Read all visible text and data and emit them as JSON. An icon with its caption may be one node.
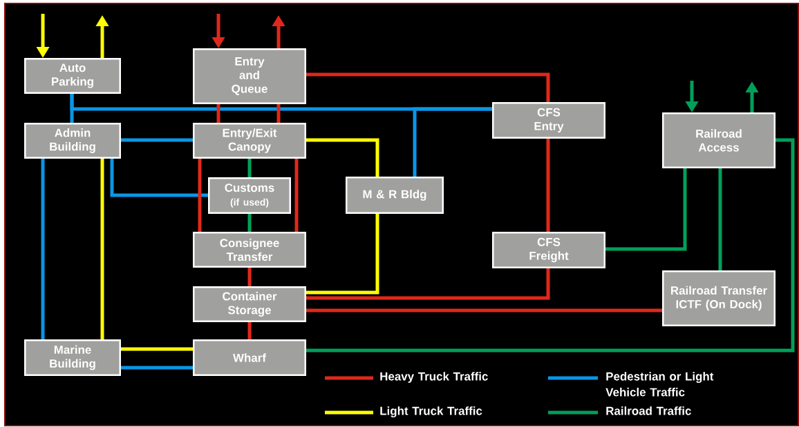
{
  "diagram": {
    "nodes": [
      {
        "text": [
          "Auto Parking"
        ]
      },
      {
        "text": [
          "Entry and Queue"
        ]
      },
      {
        "text": [
          "Admin Building"
        ]
      },
      {
        "text": [
          "Entry/Exit Canopy"
        ]
      },
      {
        "text": [
          "CFS Entry"
        ]
      },
      {
        "text": [
          "Railroad Access"
        ]
      },
      {
        "text": [
          "Customs",
          "(if used)"
        ]
      },
      {
        "text": [
          "M & R Bldg"
        ]
      },
      {
        "text": [
          "Consignee Transfer"
        ]
      },
      {
        "text": [
          "CFS Freight"
        ]
      },
      {
        "text": [
          "Railroad Transfer ICTF (On Dock)"
        ]
      },
      {
        "text": [
          "Container Storage"
        ]
      },
      {
        "text": [
          "Marine Building"
        ]
      },
      {
        "text": [
          "Wharf"
        ]
      }
    ],
    "edges": [
      {
        "from": null,
        "to": 0,
        "arrow": "to",
        "color": "#ffff00"
      },
      {
        "from": 0,
        "to": null,
        "arrow": "to",
        "color": "#ffff00"
      },
      {
        "from": null,
        "to": 1,
        "arrow": "to",
        "color": "#e0281a"
      },
      {
        "from": 1,
        "to": null,
        "arrow": "to",
        "color": "#e0281a"
      },
      {
        "from": null,
        "to": 5,
        "arrow": "to",
        "color": "#00a05a"
      },
      {
        "from": 5,
        "to": null,
        "arrow": "to",
        "color": "#00a05a"
      },
      {
        "from": 0,
        "to": 2,
        "arrow": "none",
        "color": "#0a96e6"
      },
      {
        "from": 0,
        "to": 4,
        "arrow": "none",
        "color": "#0a96e6"
      },
      {
        "from": 4,
        "to": 7,
        "arrow": "none",
        "color": "#0a96e6"
      },
      {
        "from": 1,
        "to": 3,
        "arrow": "none",
        "color": "#e0281a"
      },
      {
        "from": 1,
        "to": 3,
        "arrow": "none",
        "color": "#e0281a"
      },
      {
        "from": 2,
        "to": 3,
        "arrow": "none",
        "color": "#0a96e6"
      },
      {
        "from": 2,
        "to": 6,
        "arrow": "none",
        "color": "#0a96e6"
      },
      {
        "from": 2,
        "to": 12,
        "arrow": "none",
        "color": "#0a96e6"
      },
      {
        "from": 2,
        "to": 12,
        "arrow": "none",
        "color": "#ffff00"
      },
      {
        "from": 3,
        "to": 8,
        "arrow": "none",
        "color": "#e0281a"
      },
      {
        "from": 3,
        "to": 8,
        "arrow": "none",
        "color": "#e0281a"
      },
      {
        "from": 3,
        "to": 6,
        "arrow": "none",
        "color": "#00a05a"
      },
      {
        "from": 6,
        "to": 8,
        "arrow": "none",
        "color": "#00a05a"
      },
      {
        "from": 3,
        "to": 7,
        "arrow": "none",
        "color": "#ffff00"
      },
      {
        "from": 7,
        "to": 11,
        "arrow": "none",
        "color": "#ffff00"
      },
      {
        "from": 1,
        "to": 4,
        "arrow": "none",
        "color": "#e0281a"
      },
      {
        "from": 4,
        "to": 9,
        "arrow": "none",
        "color": "#e0281a"
      },
      {
        "from": 9,
        "to": 11,
        "arrow": "none",
        "color": "#e0281a"
      },
      {
        "from": 8,
        "to": 11,
        "arrow": "none",
        "color": "#e0281a"
      },
      {
        "from": 11,
        "to": 13,
        "arrow": "none",
        "color": "#e0281a"
      },
      {
        "from": 11,
        "to": 10,
        "arrow": "none",
        "color": "#e0281a"
      },
      {
        "from": 9,
        "to": 5,
        "arrow": "none",
        "color": "#00a05a"
      },
      {
        "from": 5,
        "to": 10,
        "arrow": "none",
        "color": "#00a05a"
      },
      {
        "from": 5,
        "to": 13,
        "arrow": "none",
        "color": "#00a05a"
      },
      {
        "from": 12,
        "to": 13,
        "arrow": "none",
        "color": "#ffff00"
      },
      {
        "from": 12,
        "to": 13,
        "arrow": "none",
        "color": "#0a96e6"
      }
    ],
    "legend": [
      {
        "text": "Heavy Truck Traffic",
        "color": "#e0281a"
      },
      {
        "text": "Pedestrian or Light Vehicle Traffic",
        "color": "#0a96e6"
      },
      {
        "text": "Light Truck Traffic",
        "color": "#ffff00"
      },
      {
        "text": "Railroad Traffic",
        "color": "#00a05a"
      }
    ]
  }
}
